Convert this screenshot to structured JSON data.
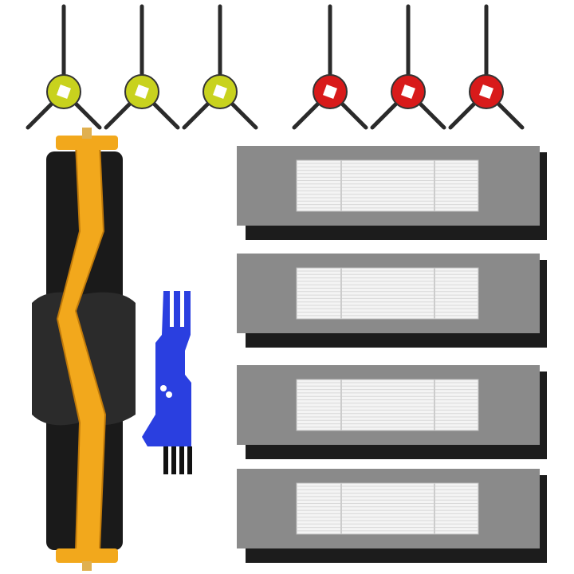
{
  "colors": {
    "background": "#ffffff",
    "side_brush_hub_yellow": "#c8d21e",
    "side_brush_hub_red": "#d81a1a",
    "side_brush_arm": "#2a2a2a",
    "main_brush_core": "#f2a81c",
    "main_brush_fins": "#1a1a1a",
    "cleaning_tool": "#2a3fe0",
    "filter_frame": "#8a8a8a",
    "filter_hepa": "#f4f4f4",
    "filter_foam": "#1c1c1c"
  },
  "side_brushes": [
    {
      "hub": "yellow"
    },
    {
      "hub": "yellow"
    },
    {
      "hub": "yellow"
    },
    {
      "hub": "red"
    },
    {
      "hub": "red"
    },
    {
      "hub": "red"
    }
  ],
  "filters": [
    {},
    {},
    {},
    {}
  ]
}
